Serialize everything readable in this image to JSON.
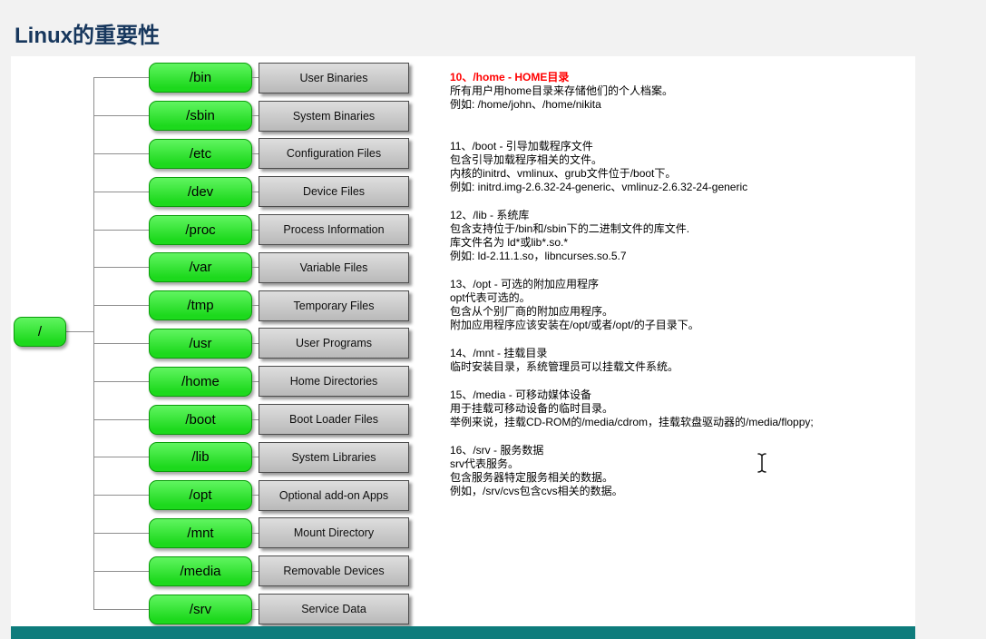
{
  "page": {
    "title": "Linux的重要性"
  },
  "tree": {
    "root": "/",
    "nodes": [
      {
        "dir": "/bin",
        "desc": "User Binaries"
      },
      {
        "dir": "/sbin",
        "desc": "System Binaries"
      },
      {
        "dir": "/etc",
        "desc": "Configuration Files"
      },
      {
        "dir": "/dev",
        "desc": "Device Files"
      },
      {
        "dir": "/proc",
        "desc": "Process Information"
      },
      {
        "dir": "/var",
        "desc": "Variable Files"
      },
      {
        "dir": "/tmp",
        "desc": "Temporary Files"
      },
      {
        "dir": "/usr",
        "desc": "User Programs"
      },
      {
        "dir": "/home",
        "desc": "Home Directories"
      },
      {
        "dir": "/boot",
        "desc": "Boot Loader Files"
      },
      {
        "dir": "/lib",
        "desc": "System Libraries"
      },
      {
        "dir": "/opt",
        "desc": "Optional add-on Apps"
      },
      {
        "dir": "/mnt",
        "desc": "Mount Directory"
      },
      {
        "dir": "/media",
        "desc": "Removable Devices"
      },
      {
        "dir": "/srv",
        "desc": "Service Data"
      }
    ]
  },
  "notes": [
    {
      "heading": "10、/home - HOME目录",
      "highlight": true,
      "lines": [
        "所有用户用home目录来存储他们的个人档案。",
        "例如: /home/john、/home/nikita"
      ]
    },
    {
      "heading": "11、/boot - 引导加载程序文件",
      "highlight": false,
      "lines": [
        "包含引导加载程序相关的文件。",
        "内核的initrd、vmlinux、grub文件位于/boot下。",
        "例如: initrd.img-2.6.32-24-generic、vmlinuz-2.6.32-24-generic"
      ]
    },
    {
      "heading": "12、/lib - 系统库",
      "highlight": false,
      "lines": [
        "包含支持位于/bin和/sbin下的二进制文件的库文件.",
        "库文件名为 ld*或lib*.so.*",
        "例如: ld-2.11.1.so，libncurses.so.5.7"
      ]
    },
    {
      "heading": "13、/opt - 可选的附加应用程序",
      "highlight": false,
      "lines": [
        "opt代表可选的。",
        "包含从个别厂商的附加应用程序。",
        "附加应用程序应该安装在/opt/或者/opt/的子目录下。"
      ]
    },
    {
      "heading": "14、/mnt - 挂载目录",
      "highlight": false,
      "lines": [
        "临时安装目录，系统管理员可以挂载文件系统。"
      ]
    },
    {
      "heading": "15、/media - 可移动媒体设备",
      "highlight": false,
      "lines": [
        "用于挂载可移动设备的临时目录。",
        "举例来说，挂载CD-ROM的/media/cdrom，挂载软盘驱动器的/media/floppy;"
      ]
    },
    {
      "heading": "16、/srv - 服务数据",
      "highlight": false,
      "lines": [
        "srv代表服务。",
        "包含服务器特定服务相关的数据。",
        "例如，/srv/cvs包含cvs相关的数据。"
      ]
    }
  ],
  "cursor_icon": "text-ibeam",
  "colors": {
    "title_color": "#17375d",
    "note_highlight": "#ff0000",
    "dir_box_fill": "#1dd91d",
    "desc_box_fill": "#b9b9b9",
    "bottom_bar": "#0e7c7c",
    "page_background": "#f2f2f2"
  }
}
